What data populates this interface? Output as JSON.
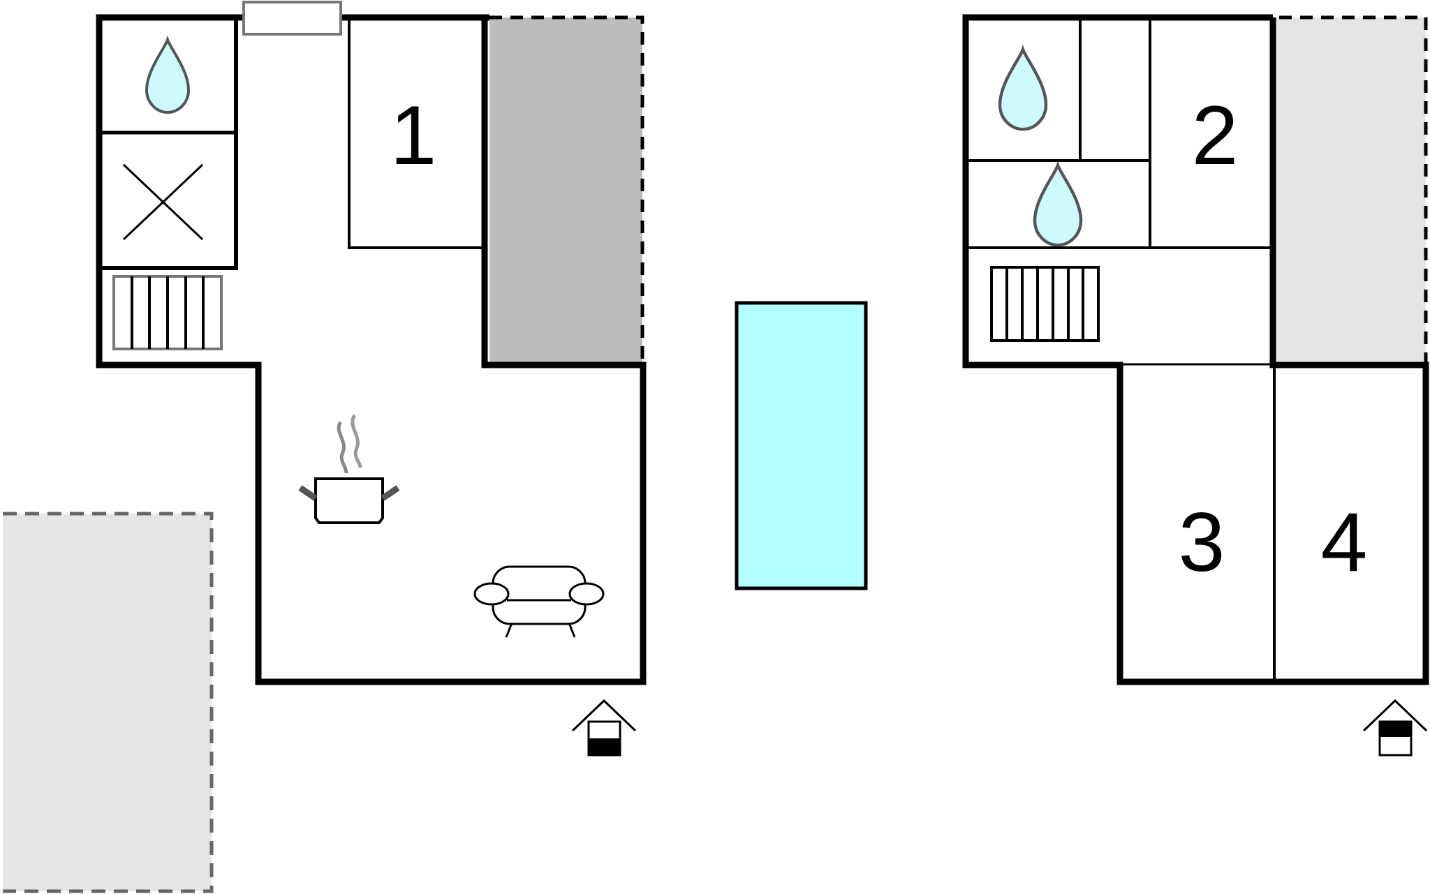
{
  "colors": {
    "wall": "#000000",
    "water": "#cdfbfd",
    "water_outline": "#555555",
    "pool": "#b3fefe",
    "terrace_dark": "#bcbcbc",
    "terrace_light": "#e5e5e5",
    "dashed_outline": "#666666"
  },
  "plans": [
    {
      "floor": "ground-floor",
      "rooms": [
        {
          "label": "1"
        }
      ],
      "icons": [
        "water-drop-icon",
        "storage-cross-icon",
        "stairs-icon",
        "kitchen-pot-icon",
        "sofa-icon",
        "floor-indicator-icon"
      ]
    },
    {
      "floor": "upper-floor",
      "rooms": [
        {
          "label": "2"
        },
        {
          "label": "3"
        },
        {
          "label": "4"
        }
      ],
      "icons": [
        "water-drop-icon",
        "water-drop-icon",
        "stairs-icon",
        "floor-indicator-icon"
      ]
    }
  ],
  "site": {
    "features": [
      "swimming-pool",
      "terrace",
      "covered-terrace",
      "garden-area"
    ]
  }
}
